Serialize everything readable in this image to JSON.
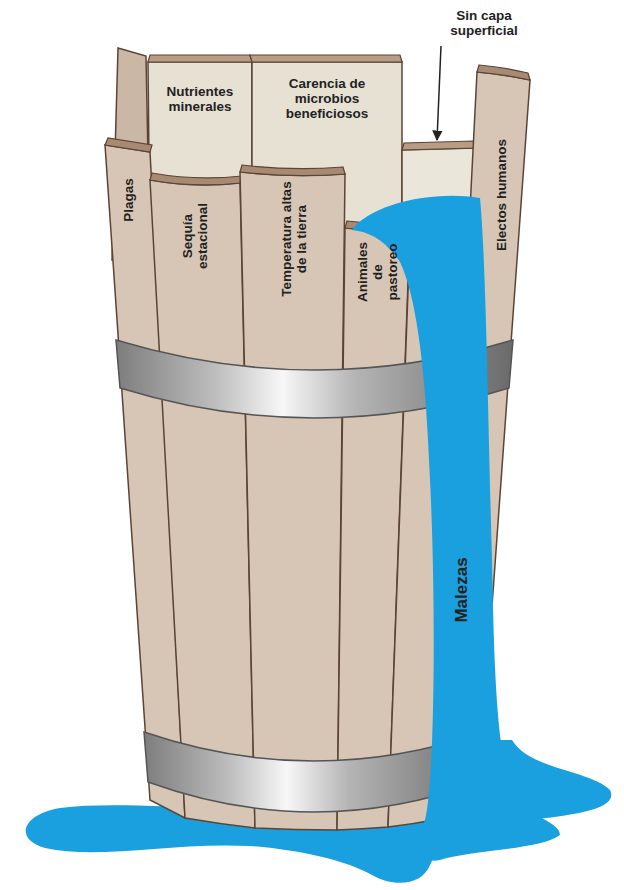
{
  "diagram": {
    "nodes": [
      {
        "text": [
          "Nutrientes minerales"
        ]
      },
      {
        "text": [
          "Carencia de microbios beneficiosos"
        ]
      },
      {
        "text": [
          "Plagas"
        ]
      },
      {
        "text": [
          "Sequía estacional"
        ]
      },
      {
        "text": [
          "Temperatura altas de la tierra"
        ]
      },
      {
        "text": [
          "Animales de pastoreo"
        ]
      },
      {
        "text": [
          "Electos humanos"
        ]
      },
      {
        "text": [
          "Malezas"
        ]
      }
    ],
    "labels": [
      "Sin capa superficial"
    ]
  }
}
